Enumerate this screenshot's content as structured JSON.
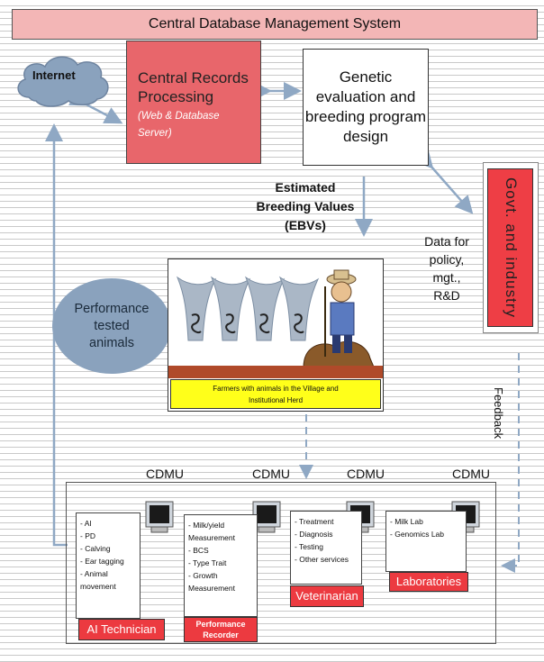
{
  "title": "Central Database Management  System",
  "internet_label": "Internet",
  "central_records": {
    "line1": "Central Records",
    "line2": "Processing",
    "sub1": "(Web & Database",
    "sub2": "Server)"
  },
  "genetic": {
    "l1": "Genetic",
    "l2": "evaluation and",
    "l3": "breeding program",
    "l4": "design"
  },
  "govt_label": "Govt. and industry",
  "ebv": {
    "l1": "Estimated",
    "l2": "Breeding  Values",
    "l3": "(EBVs)"
  },
  "policy": {
    "l1": "Data for",
    "l2": "policy,",
    "l3": "mgt.,",
    "l4": "R&D"
  },
  "performance": {
    "l1": "Performance",
    "l2": "tested",
    "l3": "animals"
  },
  "farmers_label": {
    "l1": "Farmers with animals in the Village and",
    "l2": "Institutional Herd"
  },
  "feedback_label": "Feedback",
  "cdmu_label": "CDMU",
  "groups": [
    {
      "role": "AI Technician",
      "items": [
        "AI",
        "PD",
        "Calving",
        "Ear tagging",
        "Animal movement"
      ]
    },
    {
      "role_l1": "Performance",
      "role_l2": "Recorder",
      "items": [
        "Milk/yield Measurement",
        "BCS",
        "Type Trait",
        "Growth Measurement"
      ]
    },
    {
      "role": "Veterinarian",
      "items": [
        "Treatment",
        "Diagnosis",
        "Testing",
        "Other services"
      ]
    },
    {
      "role": "Laboratories",
      "items": [
        "Milk  Lab",
        "Genomics Lab"
      ]
    }
  ],
  "colors": {
    "title_bg": "#f3b6b6",
    "central_bg": "#e8666b",
    "govt_bg": "#ee3e45",
    "farm_label_bg": "#ffff1a",
    "perf_bg": "#8aa2bd",
    "arrow": "#8fa8c4"
  }
}
